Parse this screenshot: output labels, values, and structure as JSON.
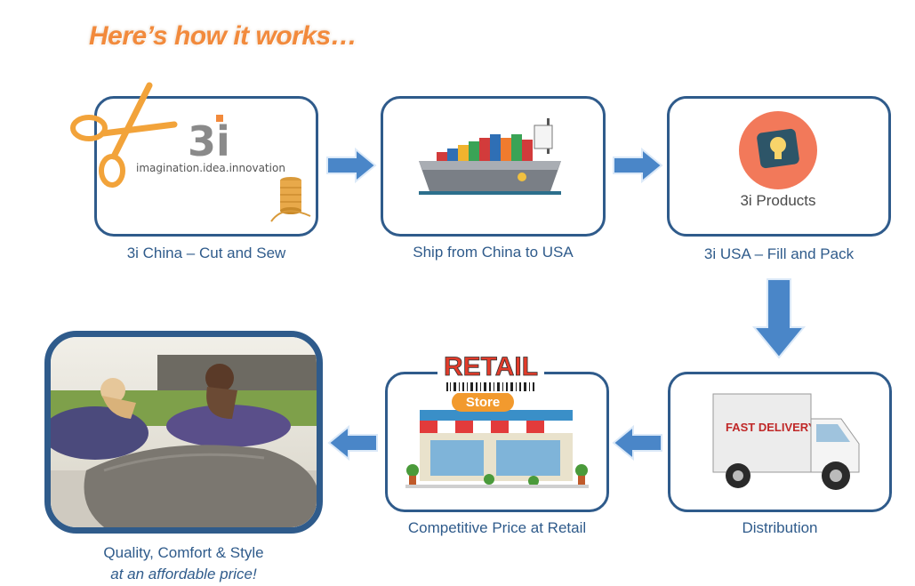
{
  "heading": "Here’s how it works…",
  "steps": [
    {
      "caption": "3i China – Cut and Sew",
      "logo_mark": "3i",
      "logo_tagline": "imagination.idea.innovation"
    },
    {
      "caption": "Ship from China to USA"
    },
    {
      "caption": "3i USA – Fill and Pack",
      "logo_text": "3i Products"
    },
    {
      "caption": "Distribution",
      "truck_text": "FAST DELIVERY"
    },
    {
      "caption": "Competitive Price at Retail",
      "banner_text": "RETAIL",
      "store_sign": "Store"
    },
    {
      "caption": "Quality, Comfort & Style",
      "caption_line2": "at an affordable price!"
    }
  ],
  "colors": {
    "border": "#2f5b8b",
    "caption": "#2f5b8b",
    "arrow": "#4a86c8",
    "heading": "#f28a3c"
  },
  "icons": [
    "scissors-icon",
    "thread-spool-icon",
    "cargo-ship-icon",
    "pillow-bulb-icon",
    "delivery-truck-icon",
    "storefront-icon",
    "lounge-cushion-photo"
  ]
}
